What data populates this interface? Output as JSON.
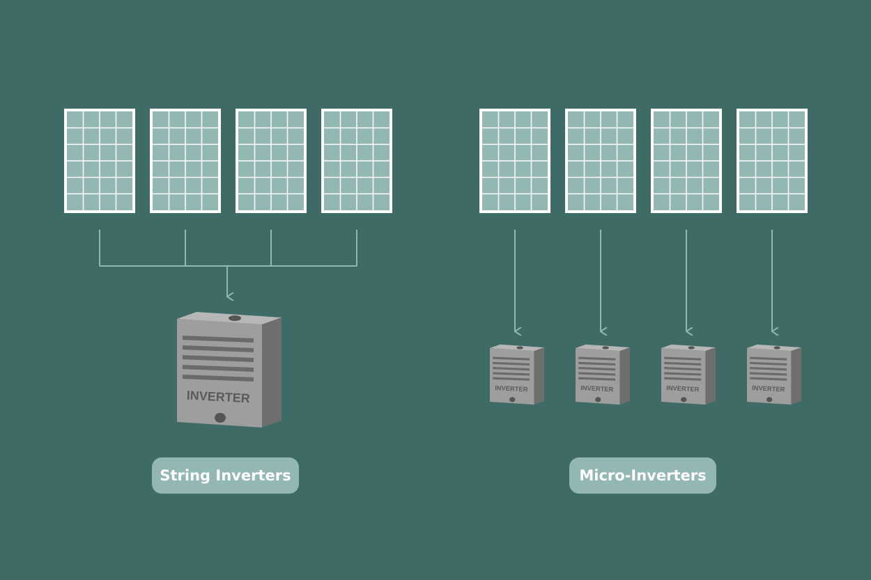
{
  "colors": {
    "background": "#3e6b66",
    "panel_frame": "#ffffff",
    "panel_cell": "#93b7b3",
    "connector": "#93b7b3",
    "inverter_front": "#9e9e9e",
    "inverter_side": "#6e6e6e",
    "inverter_top": "#b7b7b7",
    "inverter_text": "#5a5a5a",
    "label_bg": "#93b7b3",
    "label_text": "#ffffff"
  },
  "string_section": {
    "label": "String Inverters",
    "inverter_text": "INVERTER",
    "panels": [
      {
        "name": "solar-panel-1"
      },
      {
        "name": "solar-panel-2"
      },
      {
        "name": "solar-panel-3"
      },
      {
        "name": "solar-panel-4"
      }
    ]
  },
  "micro_section": {
    "label": "Micro-Inverters",
    "panels": [
      {
        "name": "solar-panel-1",
        "inverter_text": "INVERTER"
      },
      {
        "name": "solar-panel-2",
        "inverter_text": "INVERTER"
      },
      {
        "name": "solar-panel-3",
        "inverter_text": "INVERTER"
      },
      {
        "name": "solar-panel-4",
        "inverter_text": "INVERTER"
      }
    ]
  },
  "icons": {
    "panel": "solar-panel-icon",
    "inverter": "inverter-icon",
    "arrow": "arrow-down-icon"
  }
}
